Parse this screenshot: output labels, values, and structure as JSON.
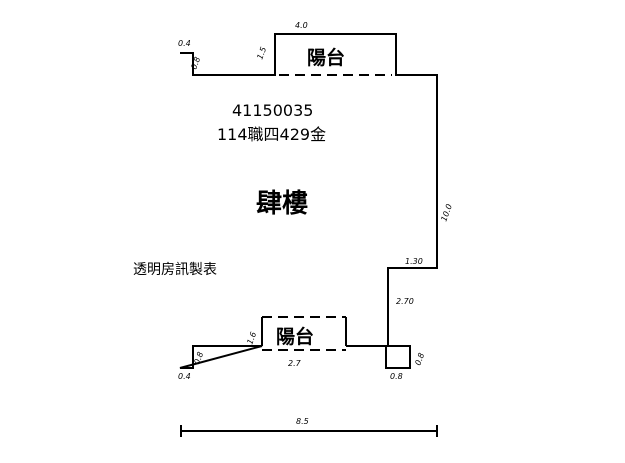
{
  "plan": {
    "case_number": "41150035",
    "case_address": "114職四429金",
    "floor_label": "肆樓",
    "balcony_top_label": "陽台",
    "balcony_bottom_label": "陽台",
    "watermark": "透明房訊製表"
  },
  "dimensions": {
    "top_balcony_width": "4.0",
    "top_balcony_depth": "1.5",
    "top_left_step_w": "0.4",
    "top_left_step_h": "0.8",
    "right_wall": "10.0",
    "right_step": "1.30",
    "right_lower": "2.70",
    "bottom_balcony_depth": "1.6",
    "bottom_balcony_width": "2.7",
    "bottom_left_step_w": "0.4",
    "bottom_left_step_h": "0.8",
    "bottom_right_step_w": "0.8",
    "bottom_right_step_h": "0.8",
    "total_width": "8.5"
  }
}
